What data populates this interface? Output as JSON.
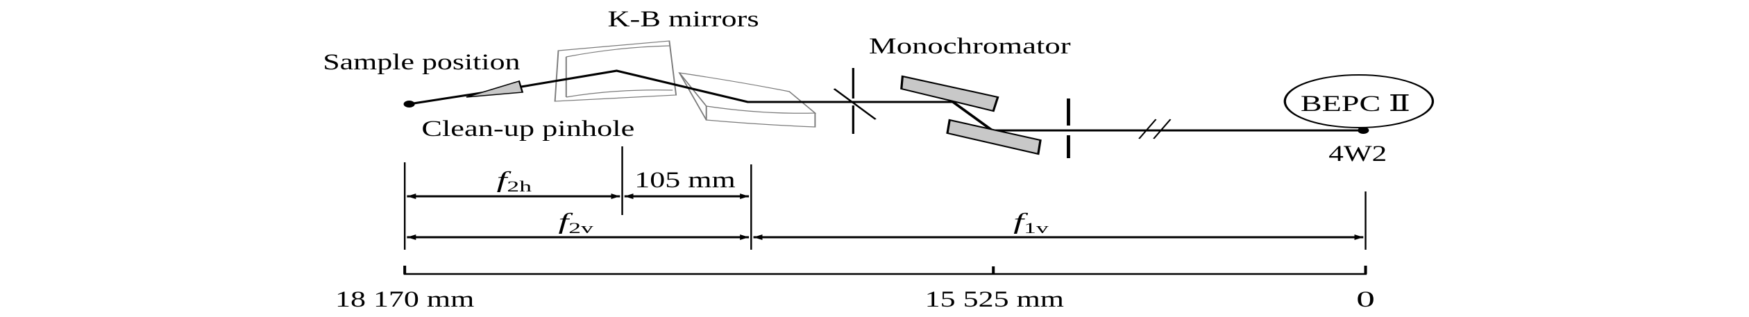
{
  "labels": {
    "kb_mirrors": "K-B mirrors",
    "sample_position": "Sample position",
    "cleanup_pinhole": "Clean-up pinhole",
    "monochromator": "Monochromator",
    "source": "BEPC Ⅱ",
    "beamline": "4W2"
  },
  "dimensions": {
    "f2h": {
      "symbol": "f",
      "sub": "2h"
    },
    "gap": "105 mm",
    "f2v": {
      "symbol": "f",
      "sub": "2v"
    },
    "f1v": {
      "symbol": "f",
      "sub": "1v"
    }
  },
  "scale": {
    "left": "18 170 mm",
    "middle": "15 525 mm",
    "right": "0"
  },
  "colors": {
    "line": "#000000",
    "crystal_fill": "#c8c8c8",
    "mirror_outline": "#7a7a7a"
  }
}
